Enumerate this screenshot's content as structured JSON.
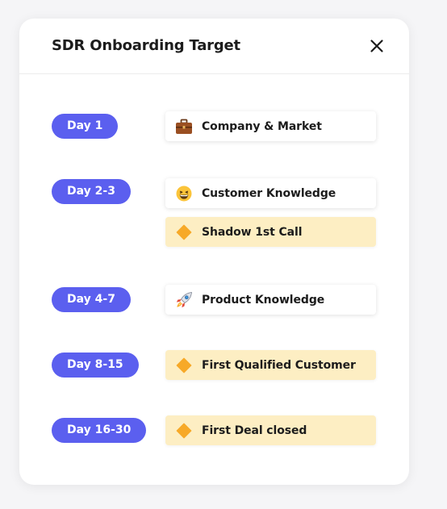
{
  "dialog": {
    "title": "SDR Onboarding Target",
    "close_icon": "close-icon"
  },
  "colors": {
    "pill": "#5b5fef",
    "milestone_bg": "#fdeec3",
    "diamond": "#f7a928",
    "task_bg": "#ffffff"
  },
  "timeline": [
    {
      "day": "Day 1",
      "tasks": [
        {
          "label": "Company & Market",
          "icon": "briefcase-icon",
          "kind": "task"
        }
      ]
    },
    {
      "day": "Day 2-3",
      "tasks": [
        {
          "label": "Customer Knowledge",
          "icon": "grinning-face-icon",
          "kind": "task"
        },
        {
          "label": "Shadow 1st Call",
          "icon": "diamond-icon",
          "kind": "milestone"
        }
      ]
    },
    {
      "day": "Day 4-7",
      "tasks": [
        {
          "label": "Product Knowledge",
          "icon": "rocket-icon",
          "kind": "task"
        }
      ]
    },
    {
      "day": "Day 8-15",
      "tasks": [
        {
          "label": "First Qualified Customer",
          "icon": "diamond-icon",
          "kind": "milestone"
        }
      ]
    },
    {
      "day": "Day 16-30",
      "tasks": [
        {
          "label": "First Deal closed",
          "icon": "diamond-icon",
          "kind": "milestone"
        }
      ]
    }
  ]
}
